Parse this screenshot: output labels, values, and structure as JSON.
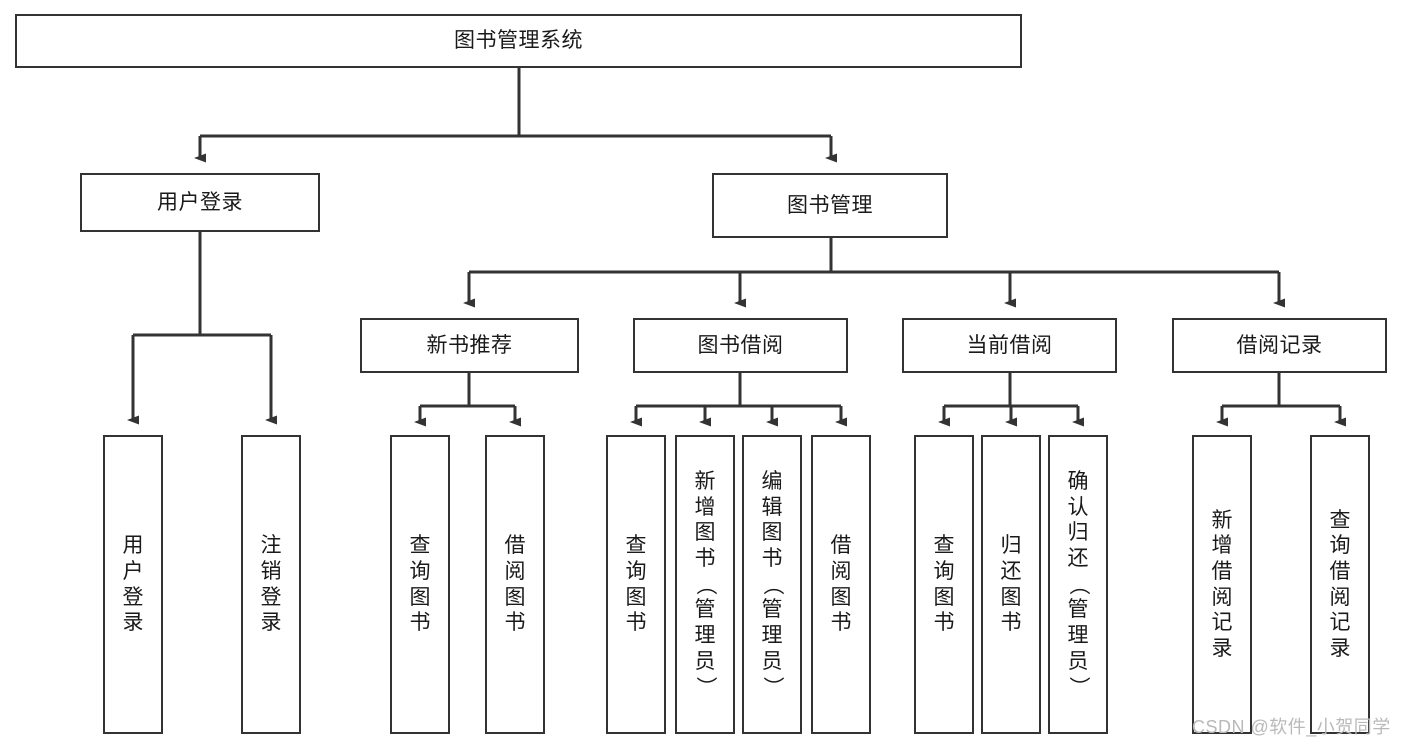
{
  "diagram": {
    "type": "hierarchy-tree",
    "title": "图书管理系统",
    "background_color": "#ffffff",
    "stroke_color": "#333333",
    "text_color": "#1a1a1a",
    "root": {
      "id": "root",
      "label": "图书管理系统",
      "orientation": "horizontal"
    },
    "level2": [
      {
        "id": "user-login",
        "label": "用户登录",
        "orientation": "horizontal"
      },
      {
        "id": "book-manage",
        "label": "图书管理",
        "orientation": "horizontal"
      }
    ],
    "level3": [
      {
        "id": "new-book-recommend",
        "label": "新书推荐",
        "orientation": "horizontal",
        "parent": "book-manage"
      },
      {
        "id": "book-borrow",
        "label": "图书借阅",
        "orientation": "horizontal",
        "parent": "book-manage"
      },
      {
        "id": "current-borrow",
        "label": "当前借阅",
        "orientation": "horizontal",
        "parent": "book-manage"
      },
      {
        "id": "borrow-record",
        "label": "借阅记录",
        "orientation": "horizontal",
        "parent": "book-manage"
      }
    ],
    "leaves": [
      {
        "id": "leaf-user-login",
        "label": "用户登录",
        "chars": [
          "用",
          "户",
          "登",
          "录"
        ],
        "rotated": [],
        "parent": "user-login"
      },
      {
        "id": "leaf-logout",
        "label": "注销登录",
        "chars": [
          "注",
          "销",
          "登",
          "录"
        ],
        "rotated": [],
        "parent": "user-login"
      },
      {
        "id": "leaf-query-book-1",
        "label": "查询图书",
        "chars": [
          "查",
          "询",
          "图",
          "书"
        ],
        "rotated": [],
        "parent": "new-book-recommend"
      },
      {
        "id": "leaf-borrow-book-1",
        "label": "借阅图书",
        "chars": [
          "借",
          "阅",
          "图",
          "书"
        ],
        "rotated": [],
        "parent": "new-book-recommend"
      },
      {
        "id": "leaf-query-book-2",
        "label": "查询图书",
        "chars": [
          "查",
          "询",
          "图",
          "书"
        ],
        "rotated": [],
        "parent": "book-borrow"
      },
      {
        "id": "leaf-add-book",
        "label": "新增图书（管理员）",
        "chars": [
          "新",
          "增",
          "图",
          "书",
          "（",
          "管",
          "理",
          "员",
          "）"
        ],
        "rotated": [
          4,
          8
        ],
        "parent": "book-borrow"
      },
      {
        "id": "leaf-edit-book",
        "label": "编辑图书（管理员）",
        "chars": [
          "编",
          "辑",
          "图",
          "书",
          "（",
          "管",
          "理",
          "员",
          "）"
        ],
        "rotated": [
          4,
          8
        ],
        "parent": "book-borrow"
      },
      {
        "id": "leaf-borrow-book-2",
        "label": "借阅图书",
        "chars": [
          "借",
          "阅",
          "图",
          "书"
        ],
        "rotated": [],
        "parent": "book-borrow"
      },
      {
        "id": "leaf-query-book-3",
        "label": "查询图书",
        "chars": [
          "查",
          "询",
          "图",
          "书"
        ],
        "rotated": [],
        "parent": "current-borrow"
      },
      {
        "id": "leaf-return-book",
        "label": "归还图书",
        "chars": [
          "归",
          "还",
          "图",
          "书"
        ],
        "rotated": [],
        "parent": "current-borrow"
      },
      {
        "id": "leaf-confirm-return",
        "label": "确认归还（管理员）",
        "chars": [
          "确",
          "认",
          "归",
          "还",
          "（",
          "管",
          "理",
          "员",
          "）"
        ],
        "rotated": [
          4,
          8
        ],
        "parent": "current-borrow"
      },
      {
        "id": "leaf-add-record",
        "label": "新增借阅记录",
        "chars": [
          "新",
          "增",
          "借",
          "阅",
          "记",
          "录"
        ],
        "rotated": [],
        "parent": "borrow-record"
      },
      {
        "id": "leaf-query-record",
        "label": "查询借阅记录",
        "chars": [
          "查",
          "询",
          "借",
          "阅",
          "记",
          "录"
        ],
        "rotated": [],
        "parent": "borrow-record"
      }
    ]
  },
  "watermark": {
    "text": "CSDN @软件_小贺同学",
    "color": "#b9b9b9"
  }
}
